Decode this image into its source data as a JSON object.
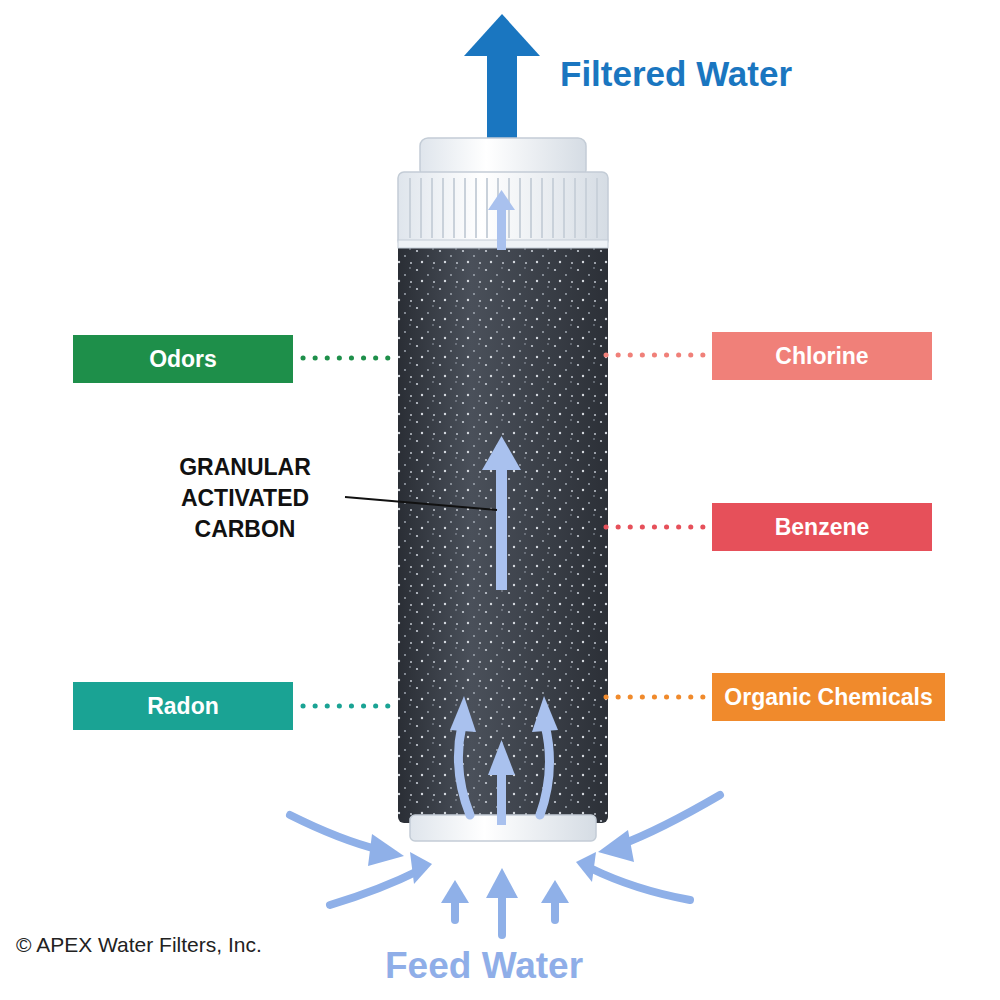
{
  "diagram": {
    "nodes": [
      {
        "text": [
          "Odors"
        ]
      },
      {
        "text": [
          "Chlorine"
        ]
      },
      {
        "text": [
          "Benzene"
        ]
      },
      {
        "text": [
          "Radon"
        ]
      },
      {
        "text": [
          "Organic Chemicals"
        ]
      }
    ],
    "labels": [
      "Filtered Water",
      "GRANULAR ACTIVATED CARBON",
      "Feed Water",
      "© APEX Water Filters, Inc."
    ]
  }
}
